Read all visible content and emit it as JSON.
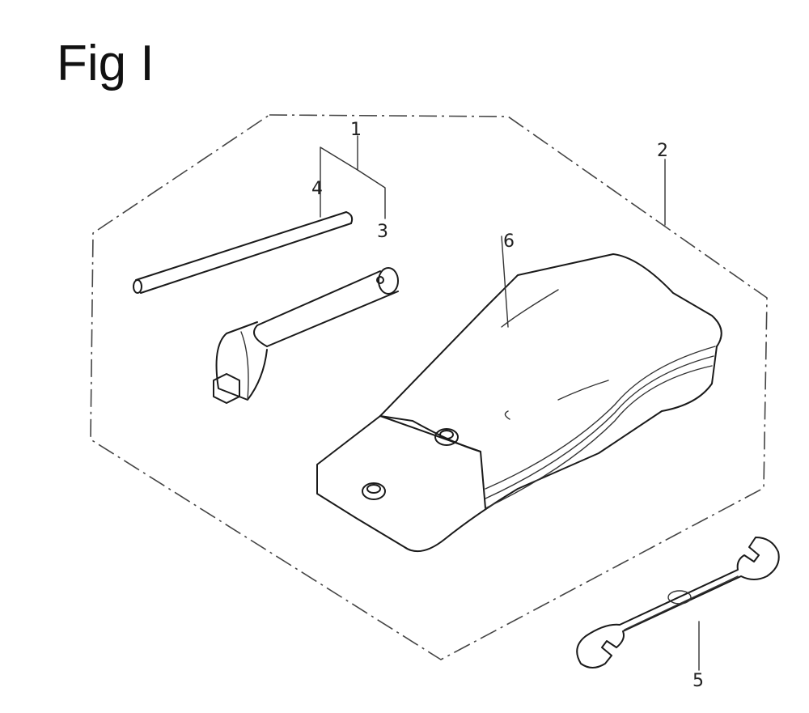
{
  "figure": {
    "title": "Fig I",
    "callouts": {
      "item_1": "1",
      "item_2": "2",
      "item_3": "3",
      "item_4": "4",
      "item_5": "5",
      "item_6": "6"
    }
  }
}
